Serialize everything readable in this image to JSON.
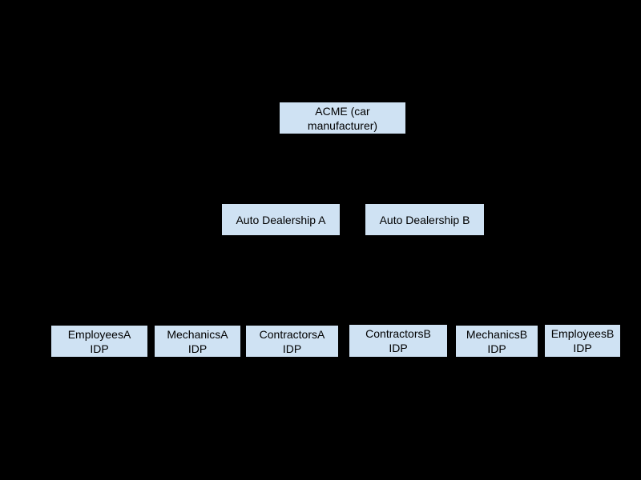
{
  "diagram": {
    "colors": {
      "background": "#000000",
      "node_fill": "#cfe2f3",
      "node_border": "#000000",
      "node_text": "#000000"
    },
    "rows": [
      {
        "level": 1,
        "nodes": [
          {
            "id": "acme",
            "label": "ACME (car manufacturer)",
            "lines": [
              "ACME (car",
              "manufacturer)"
            ]
          }
        ]
      },
      {
        "level": 2,
        "nodes": [
          {
            "id": "auto-dealership-a",
            "label": "Auto Dealership A",
            "lines": [
              "Auto Dealership A"
            ]
          },
          {
            "id": "auto-dealership-b",
            "label": "Auto Dealership B",
            "lines": [
              "Auto Dealership B"
            ]
          }
        ]
      },
      {
        "level": 3,
        "nodes": [
          {
            "id": "employees-a-idp",
            "label": "EmployeesA IDP",
            "lines": [
              "EmployeesA",
              "IDP"
            ]
          },
          {
            "id": "mechanics-a-idp",
            "label": "MechanicsA IDP",
            "lines": [
              "MechanicsA",
              "IDP"
            ]
          },
          {
            "id": "contractors-a-idp",
            "label": "ContractorsA IDP",
            "lines": [
              "ContractorsA",
              "IDP"
            ]
          },
          {
            "id": "contractors-b-idp",
            "label": "ContractorsB IDP",
            "lines": [
              "ContractorsB",
              "IDP"
            ]
          },
          {
            "id": "mechanics-b-idp",
            "label": "MechanicsB IDP",
            "lines": [
              "MechanicsB",
              "IDP"
            ]
          },
          {
            "id": "employees-b-idp",
            "label": "EmployeesB IDP",
            "lines": [
              "EmployeesB",
              "IDP"
            ]
          }
        ]
      }
    ]
  }
}
